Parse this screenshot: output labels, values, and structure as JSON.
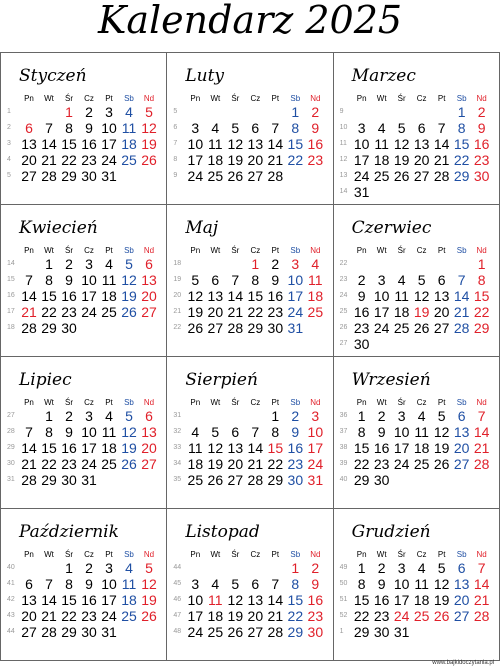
{
  "title": "Kalendarz 2025",
  "day_headers": [
    "Pn",
    "Wt",
    "Śr",
    "Cz",
    "Pt",
    "Sb",
    "Nd"
  ],
  "footer": "www.bajkidoczytania.pl",
  "colors": {
    "saturday": "#1f4fa3",
    "sunday_holiday": "#e0202a",
    "week_number": "#999999"
  },
  "months": [
    {
      "name": "Styczeń",
      "weeks": [
        1,
        2,
        3,
        4,
        5
      ],
      "rows": [
        [
          null,
          null,
          1,
          2,
          3,
          4,
          5
        ],
        [
          6,
          7,
          8,
          9,
          10,
          11,
          12
        ],
        [
          13,
          14,
          15,
          16,
          17,
          18,
          19
        ],
        [
          20,
          21,
          22,
          23,
          24,
          25,
          26
        ],
        [
          27,
          28,
          29,
          30,
          31,
          null,
          null
        ]
      ],
      "holidays": [
        1,
        6
      ]
    },
    {
      "name": "Luty",
      "weeks": [
        5,
        6,
        7,
        8,
        9
      ],
      "rows": [
        [
          null,
          null,
          null,
          null,
          null,
          1,
          2
        ],
        [
          3,
          4,
          5,
          6,
          7,
          8,
          9
        ],
        [
          10,
          11,
          12,
          13,
          14,
          15,
          16
        ],
        [
          17,
          18,
          19,
          20,
          21,
          22,
          23
        ],
        [
          24,
          25,
          26,
          27,
          28,
          null,
          null
        ]
      ],
      "holidays": []
    },
    {
      "name": "Marzec",
      "weeks": [
        9,
        10,
        11,
        12,
        13,
        14
      ],
      "rows": [
        [
          null,
          null,
          null,
          null,
          null,
          1,
          2
        ],
        [
          3,
          4,
          5,
          6,
          7,
          8,
          9
        ],
        [
          10,
          11,
          12,
          13,
          14,
          15,
          16
        ],
        [
          17,
          18,
          19,
          20,
          21,
          22,
          23
        ],
        [
          24,
          25,
          26,
          27,
          28,
          29,
          30
        ],
        [
          31,
          null,
          null,
          null,
          null,
          null,
          null
        ]
      ],
      "holidays": []
    },
    {
      "name": "Kwiecień",
      "weeks": [
        14,
        15,
        16,
        17,
        18
      ],
      "rows": [
        [
          null,
          1,
          2,
          3,
          4,
          5,
          6
        ],
        [
          7,
          8,
          9,
          10,
          11,
          12,
          13
        ],
        [
          14,
          15,
          16,
          17,
          18,
          19,
          20
        ],
        [
          21,
          22,
          23,
          24,
          25,
          26,
          27
        ],
        [
          28,
          29,
          30,
          null,
          null,
          null,
          null
        ]
      ],
      "holidays": [
        21
      ]
    },
    {
      "name": "Maj",
      "weeks": [
        18,
        19,
        20,
        21,
        22
      ],
      "rows": [
        [
          null,
          null,
          null,
          1,
          2,
          3,
          4
        ],
        [
          5,
          6,
          7,
          8,
          9,
          10,
          11
        ],
        [
          12,
          13,
          14,
          15,
          16,
          17,
          18
        ],
        [
          19,
          20,
          21,
          22,
          23,
          24,
          25
        ],
        [
          26,
          27,
          28,
          29,
          30,
          31,
          null
        ]
      ],
      "holidays": [
        1,
        3
      ]
    },
    {
      "name": "Czerwiec",
      "weeks": [
        22,
        23,
        24,
        25,
        26,
        27
      ],
      "rows": [
        [
          null,
          null,
          null,
          null,
          null,
          null,
          1
        ],
        [
          2,
          3,
          4,
          5,
          6,
          7,
          8
        ],
        [
          9,
          10,
          11,
          12,
          13,
          14,
          15
        ],
        [
          16,
          17,
          18,
          19,
          20,
          21,
          22
        ],
        [
          23,
          24,
          25,
          26,
          27,
          28,
          29
        ],
        [
          30,
          null,
          null,
          null,
          null,
          null,
          null
        ]
      ],
      "holidays": [
        19
      ]
    },
    {
      "name": "Lipiec",
      "weeks": [
        27,
        28,
        29,
        30,
        31
      ],
      "rows": [
        [
          null,
          1,
          2,
          3,
          4,
          5,
          6
        ],
        [
          7,
          8,
          9,
          10,
          11,
          12,
          13
        ],
        [
          14,
          15,
          16,
          17,
          18,
          19,
          20
        ],
        [
          21,
          22,
          23,
          24,
          25,
          26,
          27
        ],
        [
          28,
          29,
          30,
          31,
          null,
          null,
          null
        ]
      ],
      "holidays": []
    },
    {
      "name": "Sierpień",
      "weeks": [
        31,
        32,
        33,
        34,
        35
      ],
      "rows": [
        [
          null,
          null,
          null,
          null,
          1,
          2,
          3
        ],
        [
          4,
          5,
          6,
          7,
          8,
          9,
          10
        ],
        [
          11,
          12,
          13,
          14,
          15,
          16,
          17
        ],
        [
          18,
          19,
          20,
          21,
          22,
          23,
          24
        ],
        [
          25,
          26,
          27,
          28,
          29,
          30,
          31
        ]
      ],
      "holidays": [
        15
      ]
    },
    {
      "name": "Wrzesień",
      "weeks": [
        36,
        37,
        38,
        39,
        40
      ],
      "rows": [
        [
          1,
          2,
          3,
          4,
          5,
          6,
          7
        ],
        [
          8,
          9,
          10,
          11,
          12,
          13,
          14
        ],
        [
          15,
          16,
          17,
          18,
          19,
          20,
          21
        ],
        [
          22,
          23,
          24,
          25,
          26,
          27,
          28
        ],
        [
          29,
          30,
          null,
          null,
          null,
          null,
          null
        ]
      ],
      "holidays": []
    },
    {
      "name": "Październik",
      "weeks": [
        40,
        41,
        42,
        43,
        44
      ],
      "rows": [
        [
          null,
          null,
          1,
          2,
          3,
          4,
          5
        ],
        [
          6,
          7,
          8,
          9,
          10,
          11,
          12
        ],
        [
          13,
          14,
          15,
          16,
          17,
          18,
          19
        ],
        [
          20,
          21,
          22,
          23,
          24,
          25,
          26
        ],
        [
          27,
          28,
          29,
          30,
          31,
          null,
          null
        ]
      ],
      "holidays": []
    },
    {
      "name": "Listopad",
      "weeks": [
        44,
        45,
        46,
        47,
        48
      ],
      "rows": [
        [
          null,
          null,
          null,
          null,
          null,
          1,
          2
        ],
        [
          3,
          4,
          5,
          6,
          7,
          8,
          9
        ],
        [
          10,
          11,
          12,
          13,
          14,
          15,
          16
        ],
        [
          17,
          18,
          19,
          20,
          21,
          22,
          23
        ],
        [
          24,
          25,
          26,
          27,
          28,
          29,
          30
        ]
      ],
      "holidays": [
        1,
        11
      ]
    },
    {
      "name": "Grudzień",
      "weeks": [
        49,
        50,
        51,
        52,
        1
      ],
      "rows": [
        [
          1,
          2,
          3,
          4,
          5,
          6,
          7
        ],
        [
          8,
          9,
          10,
          11,
          12,
          13,
          14
        ],
        [
          15,
          16,
          17,
          18,
          19,
          20,
          21
        ],
        [
          22,
          23,
          24,
          25,
          26,
          27,
          28
        ],
        [
          29,
          30,
          31,
          null,
          null,
          null,
          null
        ]
      ],
      "holidays": [
        24,
        25,
        26
      ]
    }
  ]
}
